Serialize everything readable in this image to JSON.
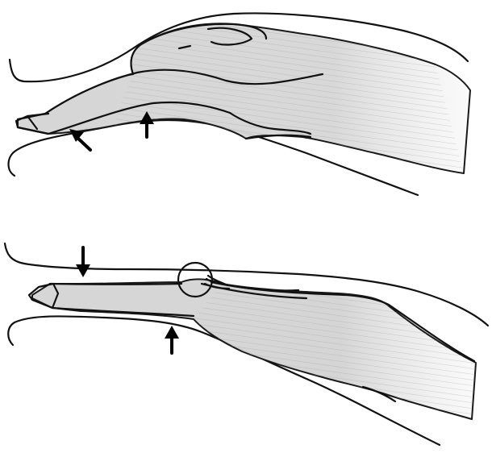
{
  "figure": {
    "panels": [
      {
        "id": "upper",
        "arrows": 2,
        "shows_circle_marker": false
      },
      {
        "id": "lower",
        "arrows": 2,
        "shows_circle_marker": true
      }
    ],
    "colors": {
      "ink": "#111111",
      "muscle_fill": "#d9d9d9",
      "muscle_shade": "#8a8a8a",
      "background": "#ffffff"
    }
  }
}
